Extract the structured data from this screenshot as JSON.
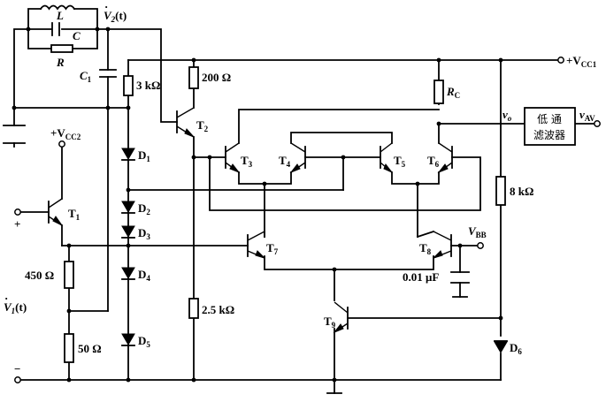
{
  "components": {
    "inductor": "L",
    "capacitor_c": "C",
    "resistor_r": "R",
    "capacitor_c1": "C",
    "capacitor_c1_sub": "1",
    "r_3k": "3 kΩ",
    "r_200": "200 Ω",
    "rc": "R",
    "rc_sub": "C",
    "r_8k": "8 kΩ",
    "r_450": "450 Ω",
    "r_50": "50 Ω",
    "r_2_5k": "2.5 kΩ",
    "cap_001": "0.01 μF"
  },
  "signals": {
    "v2_main": "V",
    "v2_sub": "2",
    "v2_arg": "(t)",
    "v1_main": "V",
    "v1_sub": "1",
    "v1_arg": "(t)",
    "vcc1_prefix": "+V",
    "vcc1_sub": "CC1",
    "vcc2_prefix": "+V",
    "vcc2_sub": "CC2",
    "vbb_main": "V",
    "vbb_sub": "BB",
    "vo_main": "v",
    "vo_sub": "o",
    "vav_main": "v",
    "vav_sub": "AV",
    "plus": "+",
    "minus": "−"
  },
  "transistors": {
    "t1": "T",
    "t1_sub": "1",
    "t2": "T",
    "t2_sub": "2",
    "t3": "T",
    "t3_sub": "3",
    "t4": "T",
    "t4_sub": "4",
    "t5": "T",
    "t5_sub": "5",
    "t6": "T",
    "t6_sub": "6",
    "t7": "T",
    "t7_sub": "7",
    "t8": "T",
    "t8_sub": "8",
    "t9": "T",
    "t9_sub": "9"
  },
  "diodes": {
    "d1": "D",
    "d1_sub": "1",
    "d2": "D",
    "d2_sub": "2",
    "d3": "D",
    "d3_sub": "3",
    "d4": "D",
    "d4_sub": "4",
    "d5": "D",
    "d5_sub": "5",
    "d6": "D",
    "d6_sub": "6"
  },
  "filter": {
    "line1": "低 通",
    "line2": "滤波器"
  }
}
